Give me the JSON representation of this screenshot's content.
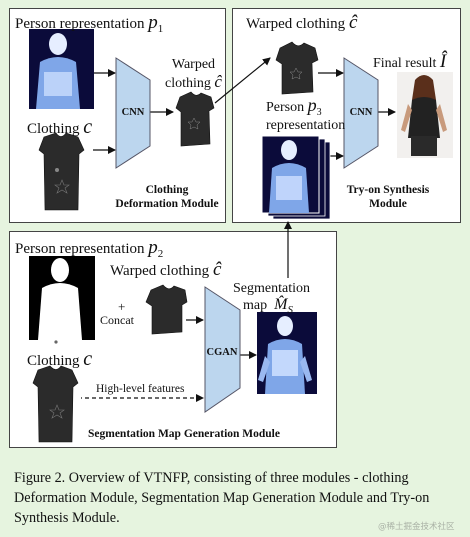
{
  "colors": {
    "background": "#e6f4df",
    "panel": "#ffffff",
    "network_block": "#bcd6ee",
    "seg_dark": "#0b0b3a",
    "seg_body": "#7fa6e8",
    "seg_head": "#cfe0ff"
  },
  "top_left_panel": {
    "person_rep_label": "Person representation",
    "person_rep_symbol": "p",
    "person_rep_subscript": "1",
    "clothing_label": "Clothing",
    "clothing_symbol": "c",
    "cnn_label": "CNN",
    "warped_label_line1": "Warped",
    "warped_label_line2": "clothing",
    "warped_symbol": "ĉ",
    "module_line1": "Clothing",
    "module_line2": "Deformation Module"
  },
  "top_right_panel": {
    "warped_label": "Warped clothing",
    "warped_symbol": "ĉ",
    "person_rep_line1": "Person",
    "person_rep_line2": "representation",
    "person_rep_symbol": "p",
    "person_rep_subscript": "3",
    "cnn_label": "CNN",
    "final_label": "Final result",
    "final_symbol": "Î",
    "module_line1": "Try-on Synthesis",
    "module_line2": "Module"
  },
  "bottom_panel": {
    "person_rep_label": "Person representation",
    "person_rep_symbol": "p",
    "person_rep_subscript": "2",
    "warped_label": "Warped clothing",
    "warped_symbol": "ĉ",
    "plus": "+",
    "concat": "Concat",
    "clothing_label": "Clothing",
    "clothing_symbol": "c",
    "highlevel_label": "High-level features",
    "cgan_label": "CGAN",
    "seg_label_line1": "Segmentation",
    "seg_label_line2": "map",
    "seg_symbol": "M̂",
    "seg_subscript": "S",
    "module_label": "Segmentation Map Generation Module"
  },
  "caption": "Figure 2. Overview of VTNFP, consisting of three modules - clothing Deformation Module, Segmentation Map Generation Module and Try-on Synthesis Module.",
  "watermark": "@稀土掘金技术社区"
}
